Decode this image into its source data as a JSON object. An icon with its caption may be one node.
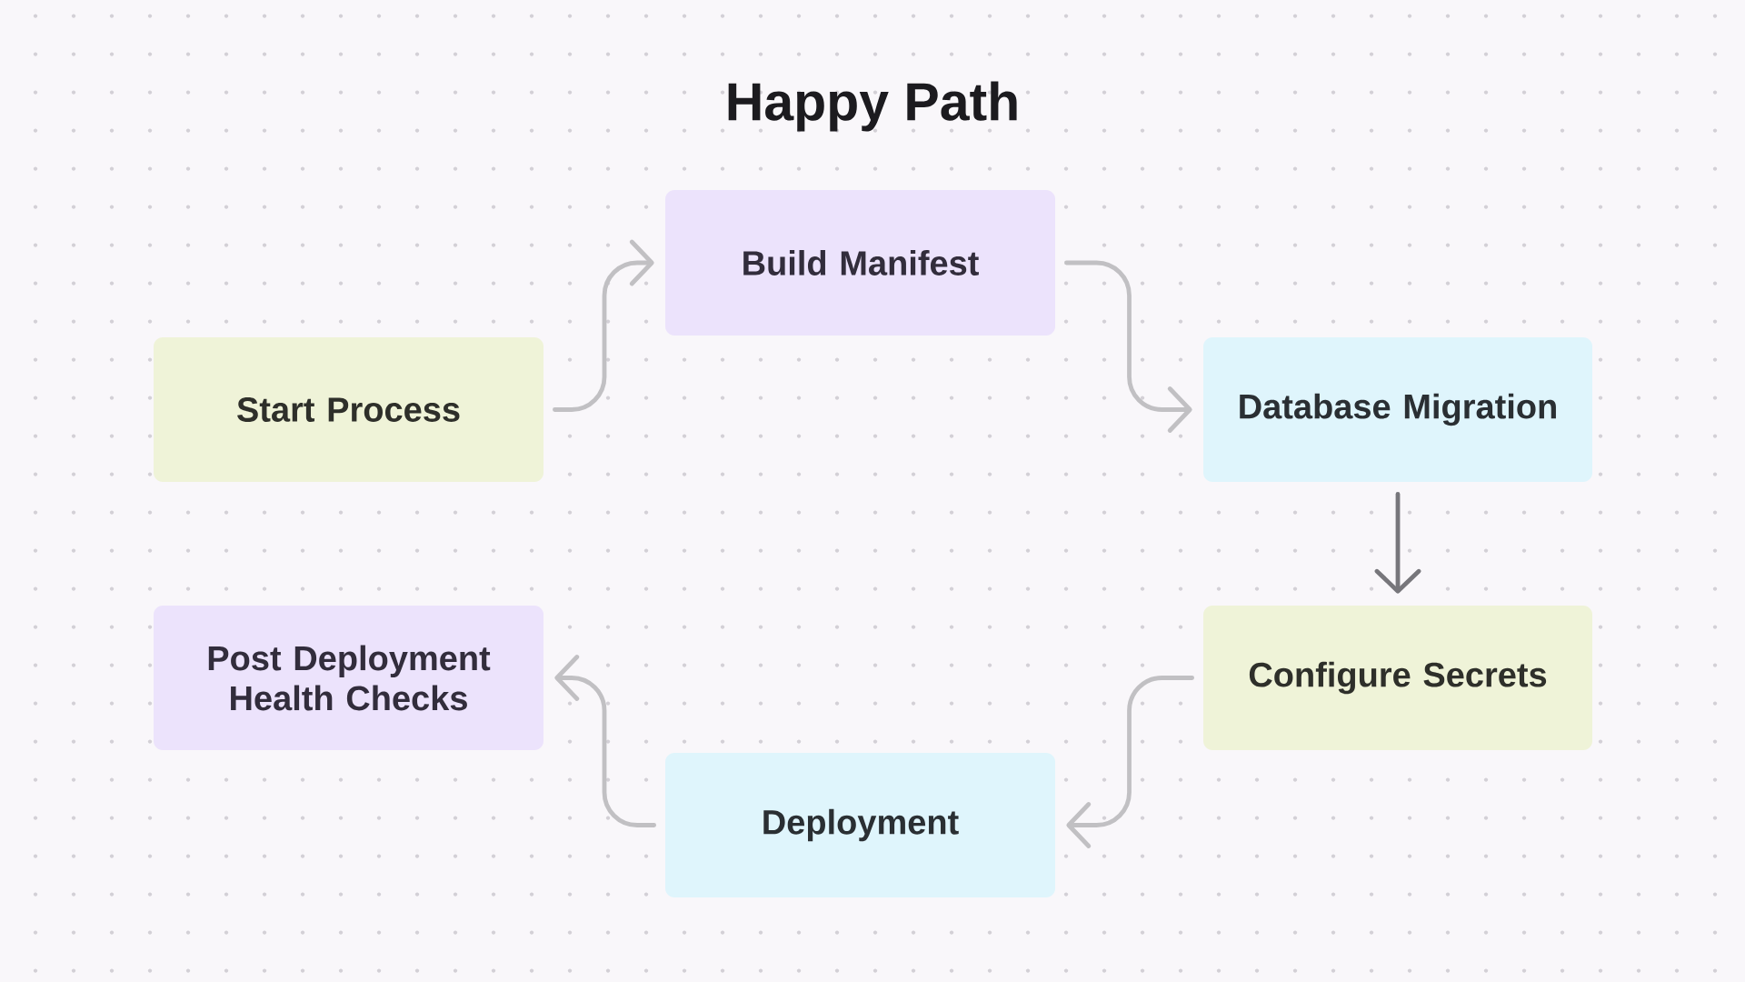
{
  "diagram": {
    "title": "Happy Path",
    "nodes": [
      {
        "text": [
          "Start Process"
        ]
      },
      {
        "text": [
          "Build Manifest"
        ]
      },
      {
        "text": [
          "Database Migration"
        ]
      },
      {
        "text": [
          "Configure Secrets"
        ]
      },
      {
        "text": [
          "Deployment"
        ]
      },
      {
        "text": [
          "Post Deployment Health Checks"
        ]
      }
    ],
    "edges": [
      {
        "from": 0,
        "to": 1,
        "arrow": "to"
      },
      {
        "from": 1,
        "to": 2,
        "arrow": "to"
      },
      {
        "from": 2,
        "to": 3,
        "arrow": "to",
        "color": "#77767b"
      },
      {
        "from": 3,
        "to": 4,
        "arrow": "to"
      },
      {
        "from": 4,
        "to": 5,
        "arrow": "to"
      }
    ]
  }
}
